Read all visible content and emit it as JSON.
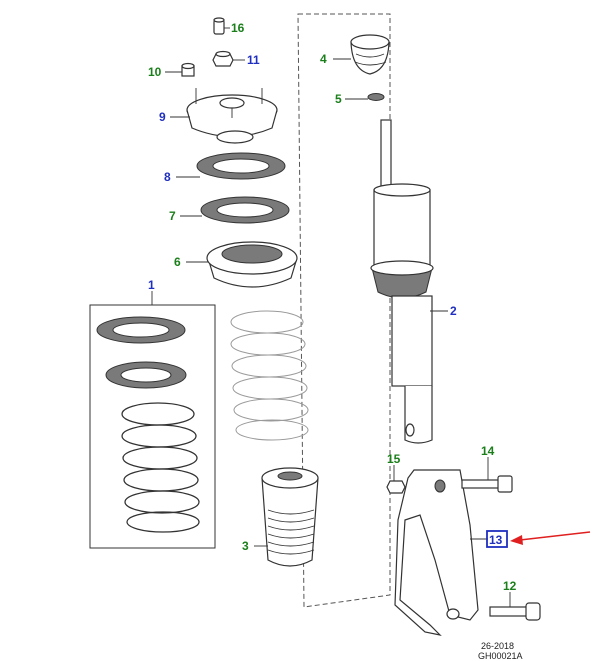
{
  "callouts": {
    "c1": {
      "text": "1",
      "color": "#1f2fbf"
    },
    "c2": {
      "text": "2",
      "color": "#1f2fbf"
    },
    "c3": {
      "text": "3",
      "color": "#1a7f1a"
    },
    "c4": {
      "text": "4",
      "color": "#1a7f1a"
    },
    "c5": {
      "text": "5",
      "color": "#1a7f1a"
    },
    "c6": {
      "text": "6",
      "color": "#1a7f1a"
    },
    "c7": {
      "text": "7",
      "color": "#1a7f1a"
    },
    "c8": {
      "text": "8",
      "color": "#1f2fbf"
    },
    "c9": {
      "text": "9",
      "color": "#1f2fbf"
    },
    "c10": {
      "text": "10",
      "color": "#1a7f1a"
    },
    "c11": {
      "text": "11",
      "color": "#1f2fbf"
    },
    "c12": {
      "text": "12",
      "color": "#1a7f1a"
    },
    "c13": {
      "text": "13",
      "color": "#1f2fbf"
    },
    "c14": {
      "text": "14",
      "color": "#1a7f1a"
    },
    "c15": {
      "text": "15",
      "color": "#1a7f1a"
    },
    "c16": {
      "text": "16",
      "color": "#1a7f1a"
    }
  },
  "highlight": {
    "callout": "13",
    "box_color": "#1f2fbf",
    "arrow_color": "#e02020"
  },
  "footer": {
    "page_ref": "26-2018",
    "drawing_id": "GH00021A"
  }
}
